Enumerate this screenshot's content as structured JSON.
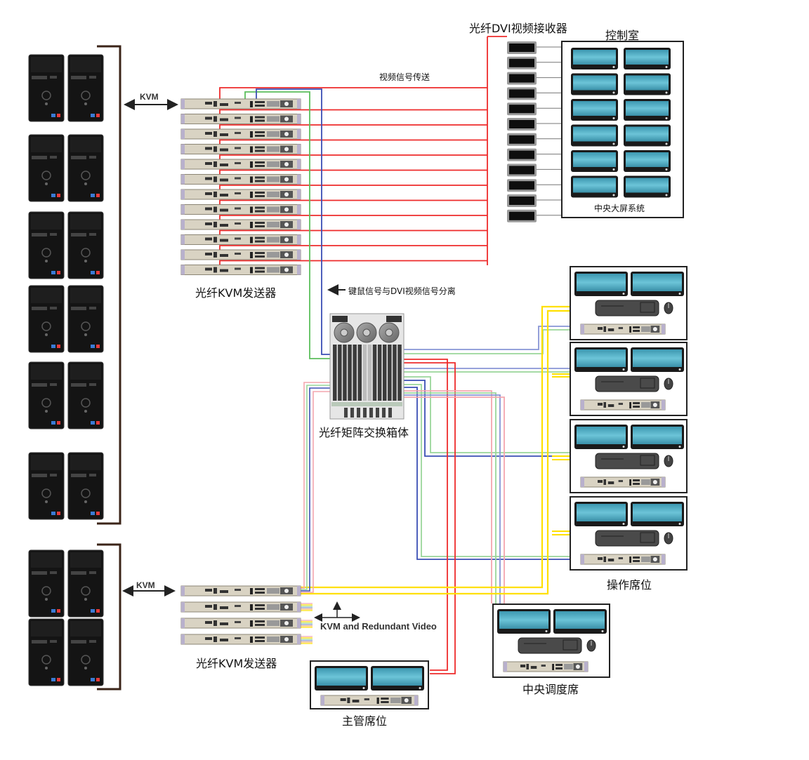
{
  "diagram": {
    "type": "fiber KVM matrix network diagram",
    "colors": {
      "video_red": "#ee2b2b",
      "pink": "#f4a6ae",
      "green": "#5cbf5c",
      "light_green": "#9ad69a",
      "blue": "#3b4fb5",
      "light_blue": "#8895d6",
      "yellow": "#ffe000",
      "bracket": "#3b2418",
      "screen": "#58b3c9",
      "box_border": "#222222"
    },
    "labels": {
      "receiver": "光纤DVI视频接收器",
      "control_room": "控制室",
      "video_transfer": "视频信号传送",
      "big_screen": "中央大屏系统",
      "kvm_top": "KVM",
      "kvm_bottom": "KVM",
      "sender_top": "光纤KVM发送器",
      "sender_bottom": "光纤KVM发送器",
      "separation_note": "键鼠信号与DVI视频信号分离",
      "matrix": "光纤矩阵交换箱体",
      "operator_seats": "操作席位",
      "central_dispatch": "中央调度席",
      "supervisor_seat": "主管席位",
      "kvm_redundant": "KVM and Redundant Video"
    },
    "nodes": {
      "pc_groups": [
        {
          "group": "top",
          "pc_count": 12
        },
        {
          "group": "bottom",
          "pc_count": 4
        }
      ],
      "top_senders": 12,
      "bottom_senders": 4,
      "dvi_receivers": 12,
      "control_room_monitors": 12,
      "operator_stations": 4,
      "central_dispatch_stations": 1,
      "supervisor_stations": 1
    }
  }
}
